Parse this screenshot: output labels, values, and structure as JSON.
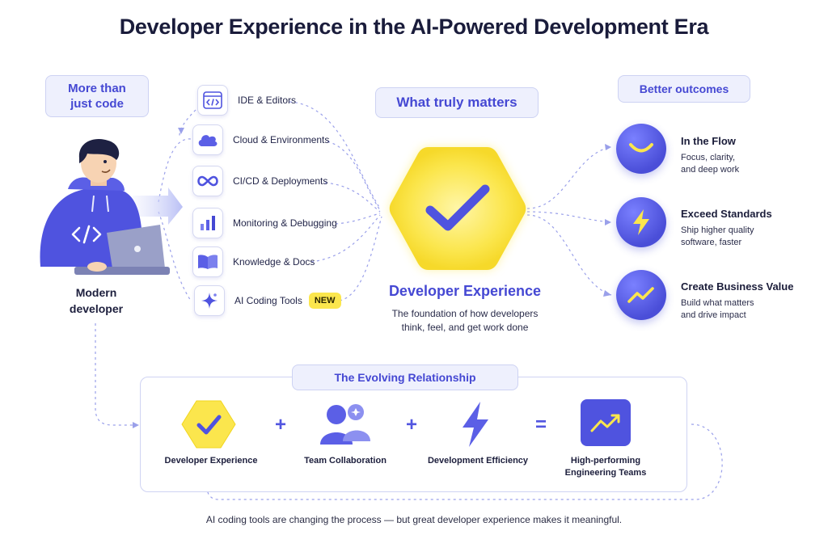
{
  "title": "Developer Experience in the AI-Powered Development Era",
  "more_than": {
    "line1": "More than",
    "line2": "just code"
  },
  "developer": {
    "line1": "Modern",
    "line2": "developer",
    "hoodie_icon": "code-brackets-icon"
  },
  "tools": [
    {
      "label": "IDE & Editors",
      "icon": "code-window-icon"
    },
    {
      "label": "Cloud & Environments",
      "icon": "cloud-icon"
    },
    {
      "label": "CI/CD & Deployments",
      "icon": "infinity-icon"
    },
    {
      "label": "Monitoring & Debugging",
      "icon": "bar-chart-icon"
    },
    {
      "label": "Knowledge & Docs",
      "icon": "open-book-icon"
    },
    {
      "label": "AI Coding Tools",
      "icon": "sparkle-icon",
      "badge": "NEW"
    }
  ],
  "center": {
    "pill": "What truly matters",
    "title": "Developer Experience",
    "desc_line1": "The foundation of how developers",
    "desc_line2": "think, feel, and get work done",
    "icon": "checkmark-icon"
  },
  "outcomes": {
    "pill": "Better outcomes",
    "items": [
      {
        "title": "In the Flow",
        "desc1": "Focus, clarity,",
        "desc2": "and deep work",
        "icon": "smile-icon"
      },
      {
        "title": "Exceed Standards",
        "desc1": "Ship higher quality",
        "desc2": "software, faster",
        "icon": "lightning-icon"
      },
      {
        "title": "Create Business Value",
        "desc1": "Build what matters",
        "desc2": "and drive impact",
        "icon": "trend-up-icon"
      }
    ]
  },
  "evolving": {
    "pill": "The Evolving Relationship",
    "items": [
      {
        "label": "Developer Experience",
        "icon": "checkmark-hexagon-icon"
      },
      {
        "label": "Team Collaboration",
        "icon": "people-icon"
      },
      {
        "label": "Development Efficiency",
        "icon": "lightning-icon"
      },
      {
        "label_line1": "High-performing",
        "label_line2": "Engineering Teams",
        "icon": "trend-up-icon"
      }
    ],
    "plus": "+",
    "equals": "="
  },
  "footer": "AI coding tools are changing the process — but great developer experience makes it meaningful.",
  "colors": {
    "accent": "#4548d3",
    "highlight": "#fbe64d",
    "pill_bg": "#eef0fd",
    "text": "#1b1d3a"
  }
}
